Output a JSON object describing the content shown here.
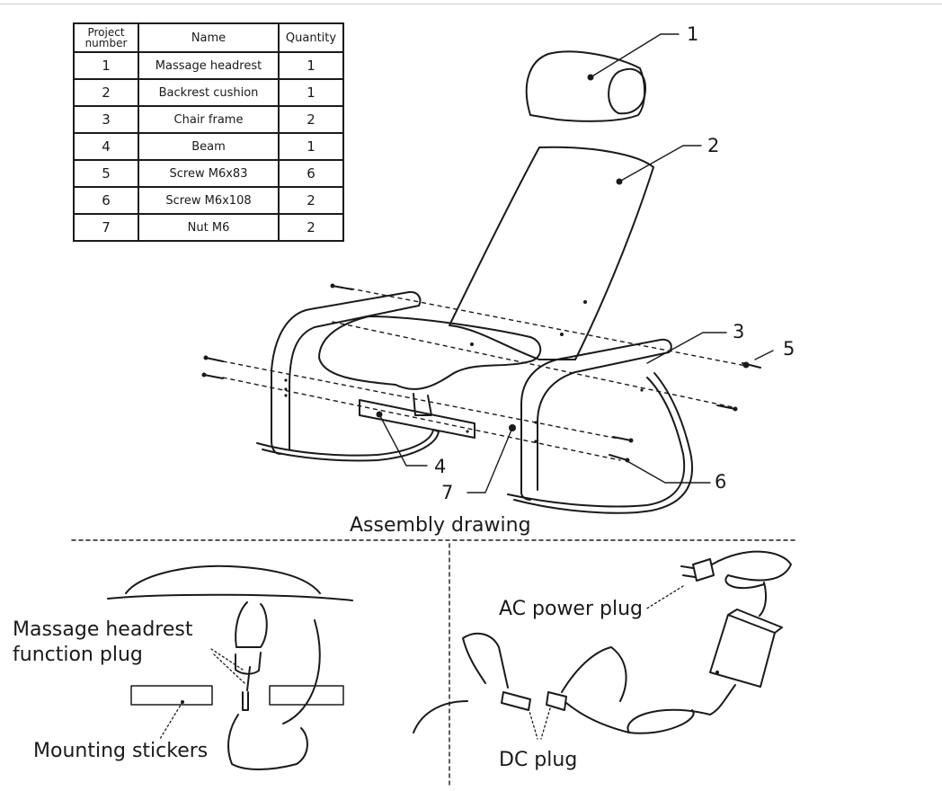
{
  "table": {
    "headers": {
      "project_number": "Project number",
      "name": "Name",
      "quantity": "Quantity"
    },
    "rows": [
      {
        "num": "1",
        "name": "Massage headrest",
        "qty": "1"
      },
      {
        "num": "2",
        "name": "Backrest cushion",
        "qty": "1"
      },
      {
        "num": "3",
        "name": "Chair frame",
        "qty": "2"
      },
      {
        "num": "4",
        "name": "Beam",
        "qty": "1"
      },
      {
        "num": "5",
        "name": "Screw M6x83",
        "qty": "6"
      },
      {
        "num": "6",
        "name": "Screw M6x108",
        "qty": "2"
      },
      {
        "num": "7",
        "name": "Nut M6",
        "qty": "2"
      }
    ]
  },
  "callouts": {
    "c1": "1",
    "c2": "2",
    "c3": "3",
    "c4": "4",
    "c5": "5",
    "c6": "6",
    "c7": "7"
  },
  "captions": {
    "assembly": "Assembly drawing",
    "headrest_plug_line1": "Massage headrest",
    "headrest_plug_line2": "function plug",
    "mounting_stickers": "Mounting stickers",
    "ac_power_plug": "AC power plug",
    "dc_plug": "DC plug"
  }
}
